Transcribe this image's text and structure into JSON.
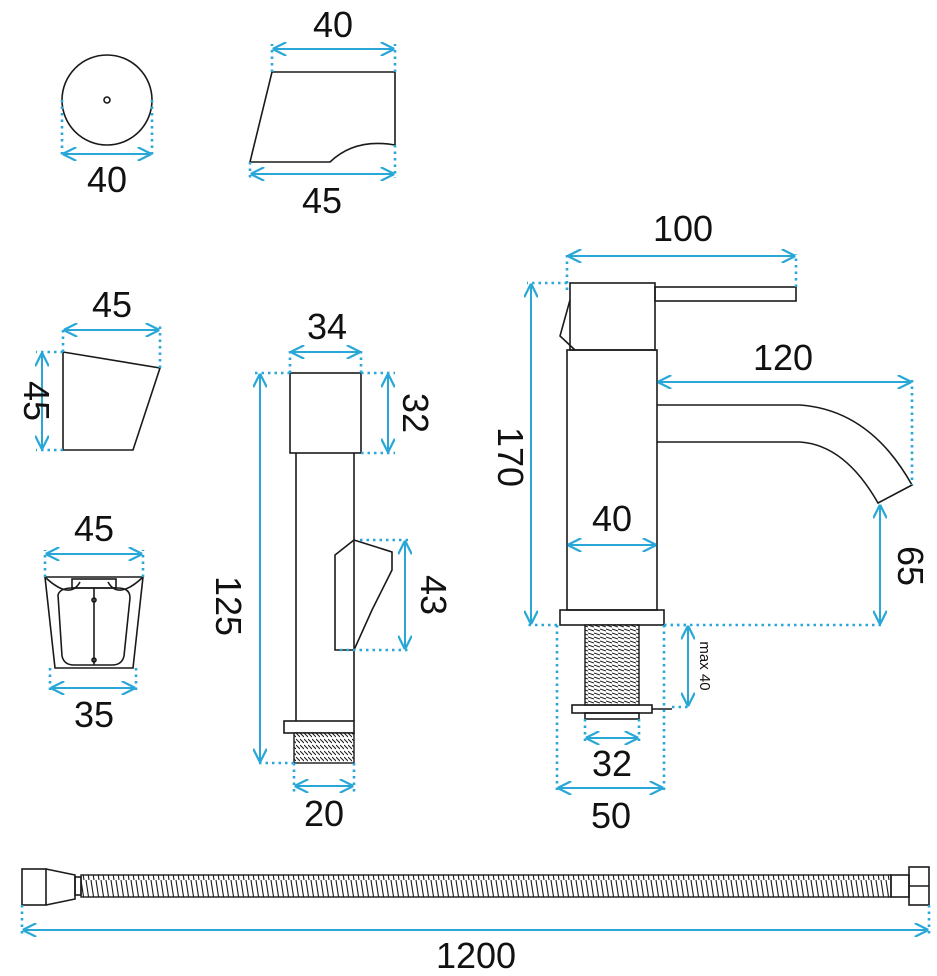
{
  "colors": {
    "dimension": "#29a7d6",
    "outline": "#1a1a1a",
    "background": "#ffffff"
  },
  "dimensions": {
    "round_knob_width": "40",
    "lever_top_width": "40",
    "lever_bottom_width": "45",
    "holder_side_width": "45",
    "holder_side_height": "45",
    "holder_front_top": "45",
    "holder_front_bottom": "35",
    "sprayer_head_width": "34",
    "sprayer_head_height": "32",
    "sprayer_length": "125",
    "sprayer_trigger_height": "43",
    "sprayer_thread": "20",
    "mixer_handle_reach": "100",
    "mixer_height": "170",
    "mixer_spout_reach": "120",
    "mixer_body_width": "40",
    "mixer_spout_height": "65",
    "mixer_shank_note": "max 40",
    "mixer_shank_thread": "32",
    "mixer_base_width": "50",
    "hose_length": "1200"
  }
}
